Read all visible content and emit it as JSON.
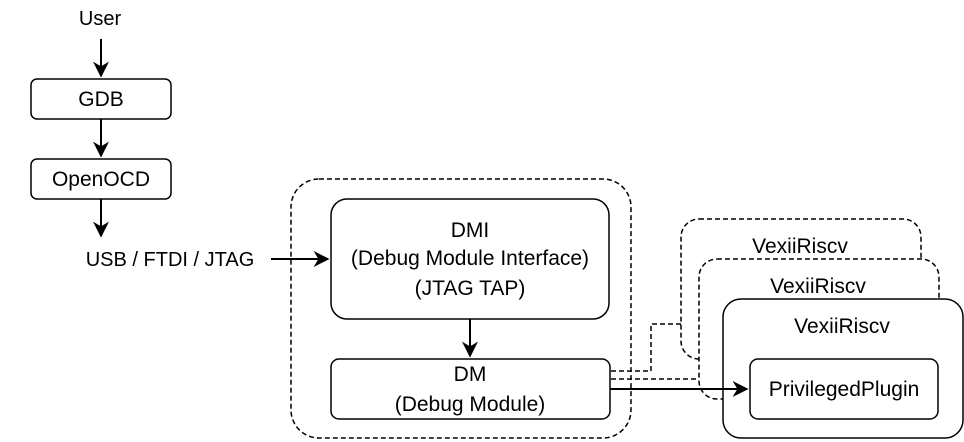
{
  "labels": {
    "user": "User",
    "gdb": "GDB",
    "openocd": "OpenOCD",
    "transport": "USB / FTDI / JTAG",
    "dmi_line1": "DMI",
    "dmi_line2": "(Debug Module Interface)",
    "dmi_line3": "(JTAG TAP)",
    "dm_line1": "DM",
    "dm_line2": "(Debug Module)",
    "core_back": "VexiiRiscv",
    "core_middle": "VexiiRiscv",
    "core_front": "VexiiRiscv",
    "plugin": "PrivilegedPlugin"
  },
  "colors": {
    "stroke": "#000000",
    "fill": "#ffffff"
  }
}
